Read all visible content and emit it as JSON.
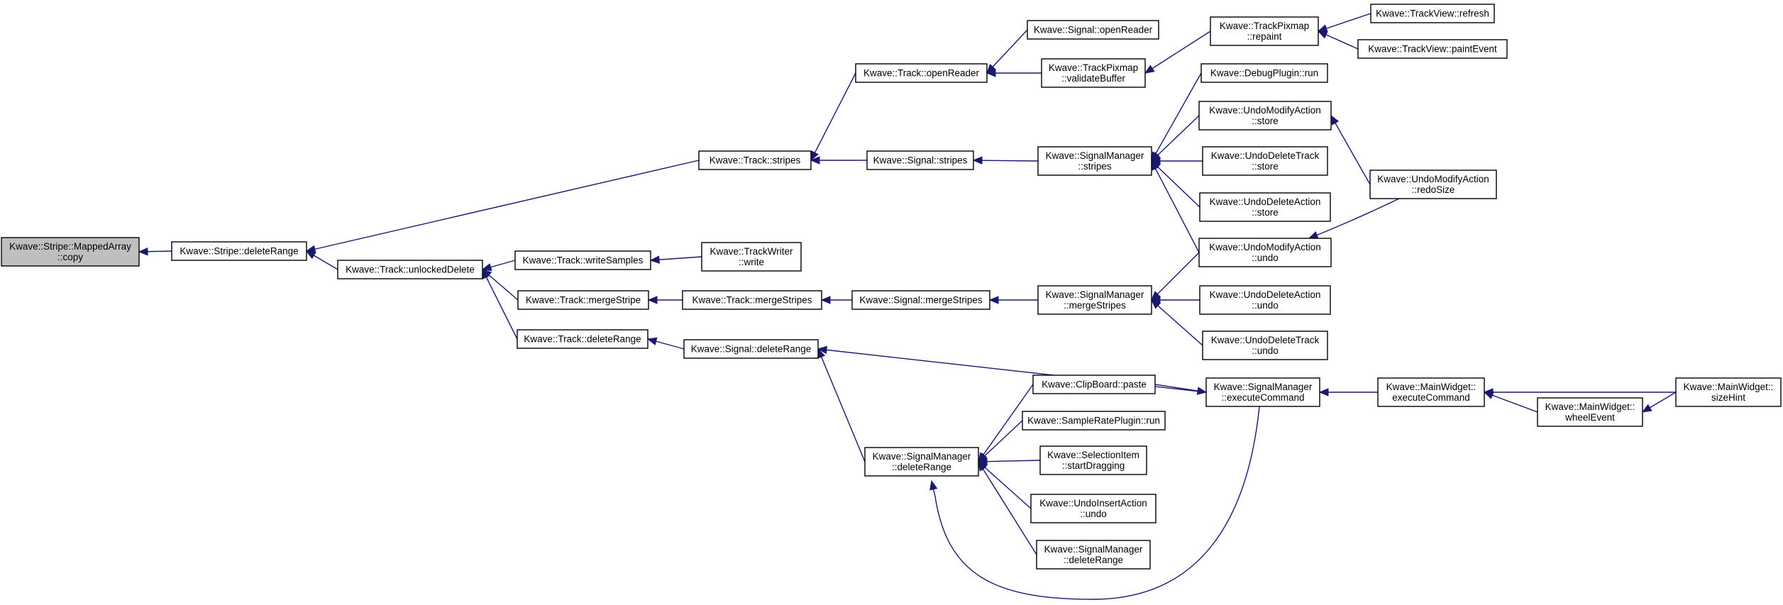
{
  "graph": {
    "title": "",
    "nodes": [
      {
        "id": "root",
        "lines": [
          "Kwave::Stripe::MappedArray",
          "::copy"
        ],
        "root": true
      },
      {
        "id": "stripe_deleteRange",
        "lines": [
          "Kwave::Stripe::deleteRange"
        ]
      },
      {
        "id": "track_stripes",
        "lines": [
          "Kwave::Track::stripes"
        ]
      },
      {
        "id": "track_unlockedDelete",
        "lines": [
          "Kwave::Track::unlockedDelete"
        ]
      },
      {
        "id": "track_openReader",
        "lines": [
          "Kwave::Track::openReader"
        ]
      },
      {
        "id": "signal_openReader",
        "lines": [
          "Kwave::Signal::openReader"
        ]
      },
      {
        "id": "trackpixmap_validateBuffer",
        "lines": [
          "Kwave::TrackPixmap",
          "::validateBuffer"
        ]
      },
      {
        "id": "trackpixmap_repaint",
        "lines": [
          "Kwave::TrackPixmap",
          "::repaint"
        ]
      },
      {
        "id": "trackview_refresh",
        "lines": [
          "Kwave::TrackView::refresh"
        ]
      },
      {
        "id": "trackview_paintEvent",
        "lines": [
          "Kwave::TrackView::paintEvent"
        ]
      },
      {
        "id": "signal_stripes",
        "lines": [
          "Kwave::Signal::stripes"
        ]
      },
      {
        "id": "sm_stripes",
        "lines": [
          "Kwave::SignalManager",
          "::stripes"
        ]
      },
      {
        "id": "debugplugin_run",
        "lines": [
          "Kwave::DebugPlugin::run"
        ]
      },
      {
        "id": "uma_store",
        "lines": [
          "Kwave::UndoModifyAction",
          "::store"
        ]
      },
      {
        "id": "udt_store",
        "lines": [
          "Kwave::UndoDeleteTrack",
          "::store"
        ]
      },
      {
        "id": "uda_store",
        "lines": [
          "Kwave::UndoDeleteAction",
          "::store"
        ]
      },
      {
        "id": "uma_undo",
        "lines": [
          "Kwave::UndoModifyAction",
          "::undo"
        ]
      },
      {
        "id": "uma_redoSize",
        "lines": [
          "Kwave::UndoModifyAction",
          "::redoSize"
        ]
      },
      {
        "id": "track_writeSamples",
        "lines": [
          "Kwave::Track::writeSamples"
        ]
      },
      {
        "id": "trackwriter_write",
        "lines": [
          "Kwave::TrackWriter",
          "::write"
        ]
      },
      {
        "id": "track_mergeStripe",
        "lines": [
          "Kwave::Track::mergeStripe"
        ]
      },
      {
        "id": "track_mergeStripes",
        "lines": [
          "Kwave::Track::mergeStripes"
        ]
      },
      {
        "id": "signal_mergeStripes",
        "lines": [
          "Kwave::Signal::mergeStripes"
        ]
      },
      {
        "id": "sm_mergeStripes",
        "lines": [
          "Kwave::SignalManager",
          "::mergeStripes"
        ]
      },
      {
        "id": "uda_undo",
        "lines": [
          "Kwave::UndoDeleteAction",
          "::undo"
        ]
      },
      {
        "id": "udt_undo",
        "lines": [
          "Kwave::UndoDeleteTrack",
          "::undo"
        ]
      },
      {
        "id": "track_deleteRange",
        "lines": [
          "Kwave::Track::deleteRange"
        ]
      },
      {
        "id": "signal_deleteRange",
        "lines": [
          "Kwave::Signal::deleteRange"
        ]
      },
      {
        "id": "sm_executeCommand",
        "lines": [
          "Kwave::SignalManager",
          "::executeCommand"
        ]
      },
      {
        "id": "mw_executeCommand",
        "lines": [
          "Kwave::MainWidget::",
          "executeCommand"
        ]
      },
      {
        "id": "mw_wheelEvent",
        "lines": [
          "Kwave::MainWidget::",
          "wheelEvent"
        ]
      },
      {
        "id": "mw_sizeHint",
        "lines": [
          "Kwave::MainWidget::",
          "sizeHint"
        ]
      },
      {
        "id": "clipboard_paste",
        "lines": [
          "Kwave::ClipBoard::paste"
        ]
      },
      {
        "id": "srp_run",
        "lines": [
          "Kwave::SampleRatePlugin::run"
        ]
      },
      {
        "id": "si_startDragging",
        "lines": [
          "Kwave::SelectionItem",
          "::startDragging"
        ]
      },
      {
        "id": "uia_undo",
        "lines": [
          "Kwave::UndoInsertAction",
          "::undo"
        ]
      },
      {
        "id": "sm_deleteRange",
        "lines": [
          "Kwave::SignalManager",
          "::deleteRange"
        ]
      },
      {
        "id": "sm_deleteRange2",
        "lines": [
          "Kwave::SignalManager",
          "::deleteRange"
        ]
      }
    ],
    "edges": [
      {
        "from": "stripe_deleteRange",
        "to": "root"
      },
      {
        "from": "track_stripes",
        "to": "stripe_deleteRange"
      },
      {
        "from": "track_unlockedDelete",
        "to": "stripe_deleteRange"
      },
      {
        "from": "track_openReader",
        "to": "track_stripes"
      },
      {
        "from": "signal_stripes",
        "to": "track_stripes"
      },
      {
        "from": "signal_openReader",
        "to": "track_openReader"
      },
      {
        "from": "trackpixmap_validateBuffer",
        "to": "track_openReader"
      },
      {
        "from": "trackpixmap_repaint",
        "to": "trackpixmap_validateBuffer"
      },
      {
        "from": "trackview_refresh",
        "to": "trackpixmap_repaint"
      },
      {
        "from": "trackview_paintEvent",
        "to": "trackpixmap_repaint"
      },
      {
        "from": "sm_stripes",
        "to": "signal_stripes"
      },
      {
        "from": "debugplugin_run",
        "to": "sm_stripes"
      },
      {
        "from": "uma_store",
        "to": "sm_stripes"
      },
      {
        "from": "udt_store",
        "to": "sm_stripes"
      },
      {
        "from": "uda_store",
        "to": "sm_stripes"
      },
      {
        "from": "uma_undo",
        "to": "sm_stripes"
      },
      {
        "from": "uma_redoSize",
        "to": "uma_store"
      },
      {
        "from": "uma_redoSize",
        "to": "uma_undo"
      },
      {
        "from": "track_writeSamples",
        "to": "track_unlockedDelete"
      },
      {
        "from": "track_mergeStripe",
        "to": "track_unlockedDelete"
      },
      {
        "from": "track_deleteRange",
        "to": "track_unlockedDelete"
      },
      {
        "from": "trackwriter_write",
        "to": "track_writeSamples"
      },
      {
        "from": "track_mergeStripes",
        "to": "track_mergeStripe"
      },
      {
        "from": "signal_mergeStripes",
        "to": "track_mergeStripes"
      },
      {
        "from": "sm_mergeStripes",
        "to": "signal_mergeStripes"
      },
      {
        "from": "uma_undo",
        "to": "sm_mergeStripes"
      },
      {
        "from": "uda_undo",
        "to": "sm_mergeStripes"
      },
      {
        "from": "udt_undo",
        "to": "sm_mergeStripes"
      },
      {
        "from": "signal_deleteRange",
        "to": "track_deleteRange"
      },
      {
        "from": "sm_executeCommand",
        "to": "signal_deleteRange"
      },
      {
        "from": "sm_deleteRange",
        "to": "signal_deleteRange"
      },
      {
        "from": "mw_executeCommand",
        "to": "sm_executeCommand"
      },
      {
        "from": "clipboard_paste",
        "to": "sm_executeCommand"
      },
      {
        "from": "mw_sizeHint",
        "to": "mw_executeCommand"
      },
      {
        "from": "mw_wheelEvent",
        "to": "mw_executeCommand"
      },
      {
        "from": "mw_sizeHint",
        "to": "mw_wheelEvent"
      },
      {
        "from": "clipboard_paste",
        "to": "sm_deleteRange"
      },
      {
        "from": "srp_run",
        "to": "sm_deleteRange"
      },
      {
        "from": "si_startDragging",
        "to": "sm_deleteRange"
      },
      {
        "from": "uia_undo",
        "to": "sm_deleteRange"
      },
      {
        "from": "sm_deleteRange2",
        "to": "sm_deleteRange"
      },
      {
        "from": "sm_executeCommand",
        "to": "sm_deleteRange"
      }
    ]
  }
}
